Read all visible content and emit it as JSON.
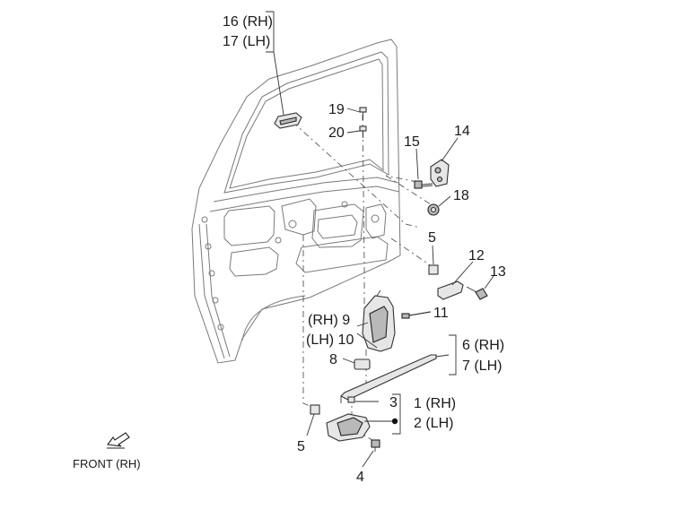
{
  "callouts": {
    "c16_17": [
      "16 (RH)",
      "17 (LH)"
    ],
    "c19": "19",
    "c20": "20",
    "c15": "15",
    "c14": "14",
    "c18": "18",
    "c5_upper": "5",
    "c12": "12",
    "c13": "13",
    "c11": "11",
    "c9_10": [
      "(RH) 9",
      "(LH) 10"
    ],
    "c8": "8",
    "c6_7": [
      "6 (RH)",
      "7 (LH)"
    ],
    "c3": "3",
    "c1_2": [
      "1 (RH)",
      "2 (LH)"
    ],
    "c5_lower": "5",
    "c4": "4"
  },
  "front_indicator": {
    "label": "FRONT (RH)",
    "icon": "front-arrow-icon"
  }
}
